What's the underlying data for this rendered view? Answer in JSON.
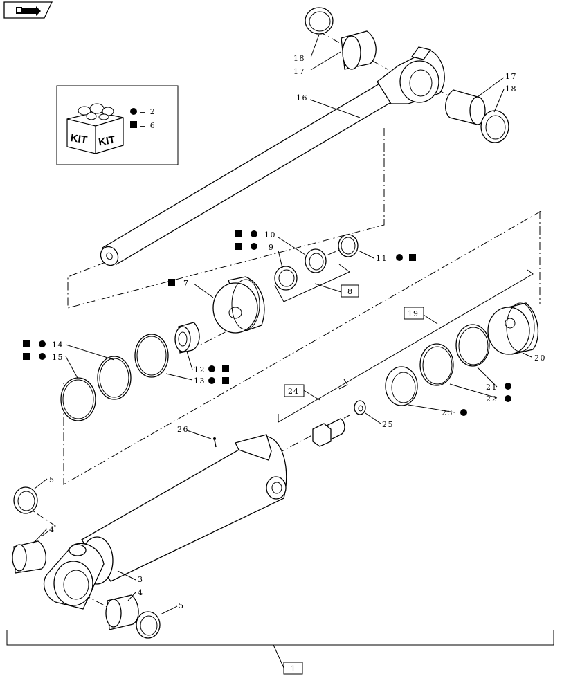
{
  "nav": {
    "icon": "arrow-return-icon"
  },
  "kit_legend": {
    "kit_text_1": "KIT",
    "kit_text_2": "KIT",
    "circle_qty": "= 2",
    "square_qty": "= 6"
  },
  "callouts": {
    "c1": "1",
    "c3": "3",
    "c4a": "4",
    "c4b": "4",
    "c5a": "5",
    "c5b": "5",
    "c7": "7",
    "c8": "8",
    "c9": "9",
    "c10": "10",
    "c11": "11",
    "c12": "12",
    "c13": "13",
    "c14": "14",
    "c15": "15",
    "c16": "16",
    "c17a": "17",
    "c17b": "17",
    "c18a": "18",
    "c18b": "18",
    "c19": "19",
    "c20": "20",
    "c21": "21",
    "c22": "22",
    "c23": "23",
    "c24": "24",
    "c25": "25",
    "c26": "26"
  }
}
